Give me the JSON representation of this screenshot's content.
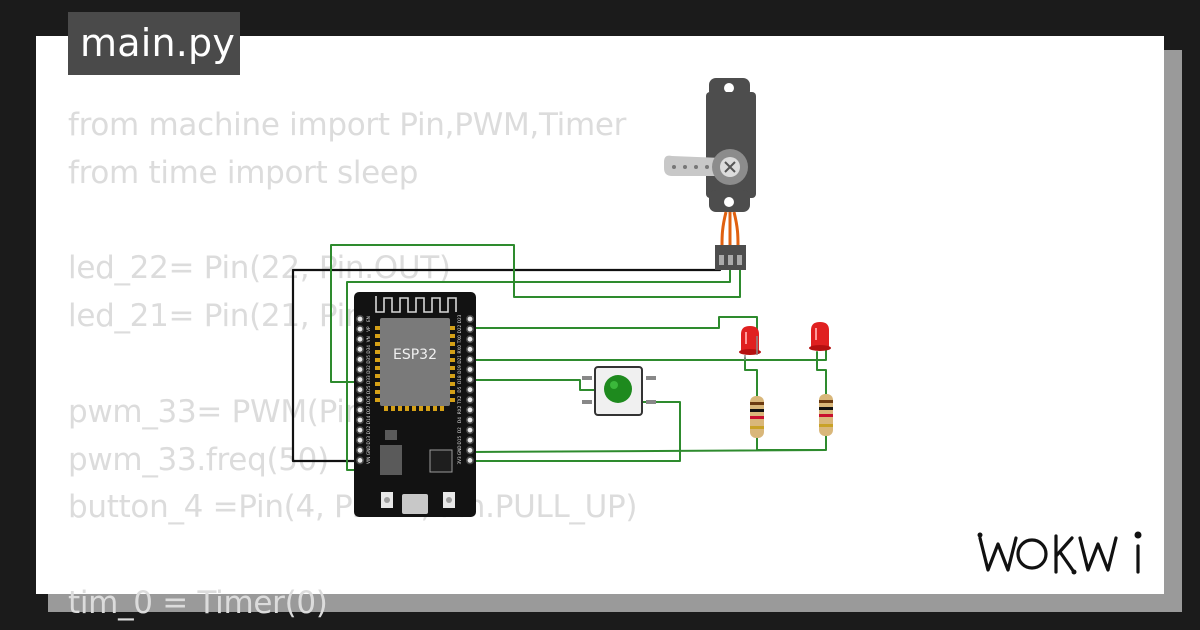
{
  "file_tab": {
    "label": "main.py"
  },
  "code_lines": [
    "from machine import Pin,PWM,Timer",
    "from time import sleep",
    "",
    "led_22= Pin(22, Pin.OUT)",
    "led_21= Pin(21, Pin.OUT)",
    "",
    "pwm_33= PWM(Pin(33))",
    "pwm_33.freq(50)",
    "button_4 =Pin(4, Pin.IN, Pin.PULL_UP)",
    "",
    "tim_0 = Timer(0)"
  ],
  "board": {
    "chip_label": "ESP32",
    "left_pins": [
      "EN",
      "VP",
      "VN",
      "D34",
      "D35",
      "D32",
      "D33",
      "D25",
      "D26",
      "D27",
      "D14",
      "D12",
      "D13",
      "GND",
      "VIN"
    ],
    "right_pins": [
      "D23",
      "D22",
      "TX0",
      "RX0",
      "D21",
      "D19",
      "D18",
      "D5",
      "TX2",
      "RX2",
      "D4",
      "D2",
      "D15",
      "GND",
      "3V3"
    ]
  },
  "brand": {
    "logo_text": "WOKWI"
  },
  "colors": {
    "background": "#1b1b1b",
    "card": "#ffffff",
    "code_text": "#dcdcdc",
    "wire_green": "#2e8b2e",
    "wire_black": "#111111",
    "led_red": "#e02020",
    "button_green": "#1e8a1e"
  }
}
